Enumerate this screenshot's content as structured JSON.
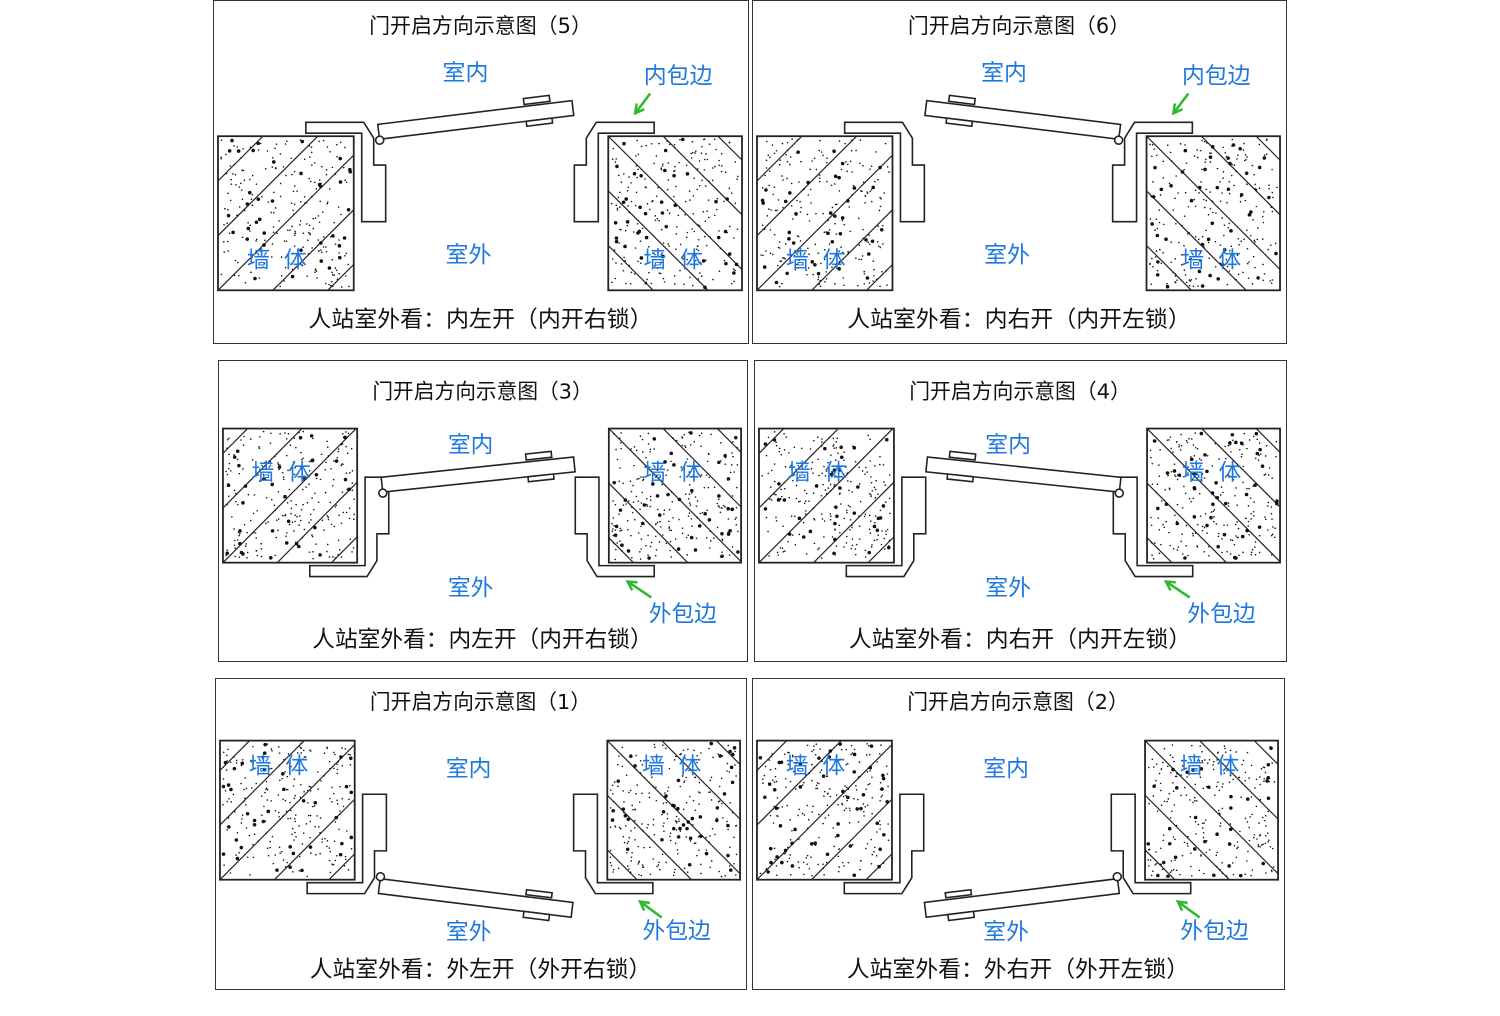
{
  "colors": {
    "label_blue": "#1e78e0",
    "arrow_green": "#2db82d",
    "line": "#222222"
  },
  "panels": [
    {
      "title": "门开启方向示意图（5）",
      "indoor": "室内",
      "outdoor": "室外",
      "wall_label": "墙体",
      "trim_label": "内包边",
      "caption": "人站室外看：内左开（内开右锁）",
      "opening": "inward",
      "hinge": "left",
      "trim": "inner"
    },
    {
      "title": "门开启方向示意图（6）",
      "indoor": "室内",
      "outdoor": "室外",
      "wall_label": "墙体",
      "trim_label": "内包边",
      "caption": "人站室外看：内右开（内开左锁）",
      "opening": "inward",
      "hinge": "right",
      "trim": "inner"
    },
    {
      "title": "门开启方向示意图（3）",
      "indoor": "室内",
      "outdoor": "室外",
      "wall_label": "墙体",
      "trim_label": "外包边",
      "caption": "人站室外看：内左开（内开右锁）",
      "opening": "inward",
      "hinge": "left",
      "trim": "outer"
    },
    {
      "title": "门开启方向示意图（4）",
      "indoor": "室内",
      "outdoor": "室外",
      "wall_label": "墙体",
      "trim_label": "外包边",
      "caption": "人站室外看：内右开（内开左锁）",
      "opening": "inward",
      "hinge": "right",
      "trim": "outer"
    },
    {
      "title": "门开启方向示意图（1）",
      "indoor": "室内",
      "outdoor": "室外",
      "wall_label": "墙体",
      "trim_label": "外包边",
      "caption": "人站室外看：外左开（外开右锁）",
      "opening": "outward",
      "hinge": "left",
      "trim": "outer"
    },
    {
      "title": "门开启方向示意图（2）",
      "indoor": "室内",
      "outdoor": "室外",
      "wall_label": "墙体",
      "trim_label": "外包边",
      "caption": "人站室外看：外右开（外开左锁）",
      "opening": "outward",
      "hinge": "right",
      "trim": "outer"
    }
  ]
}
